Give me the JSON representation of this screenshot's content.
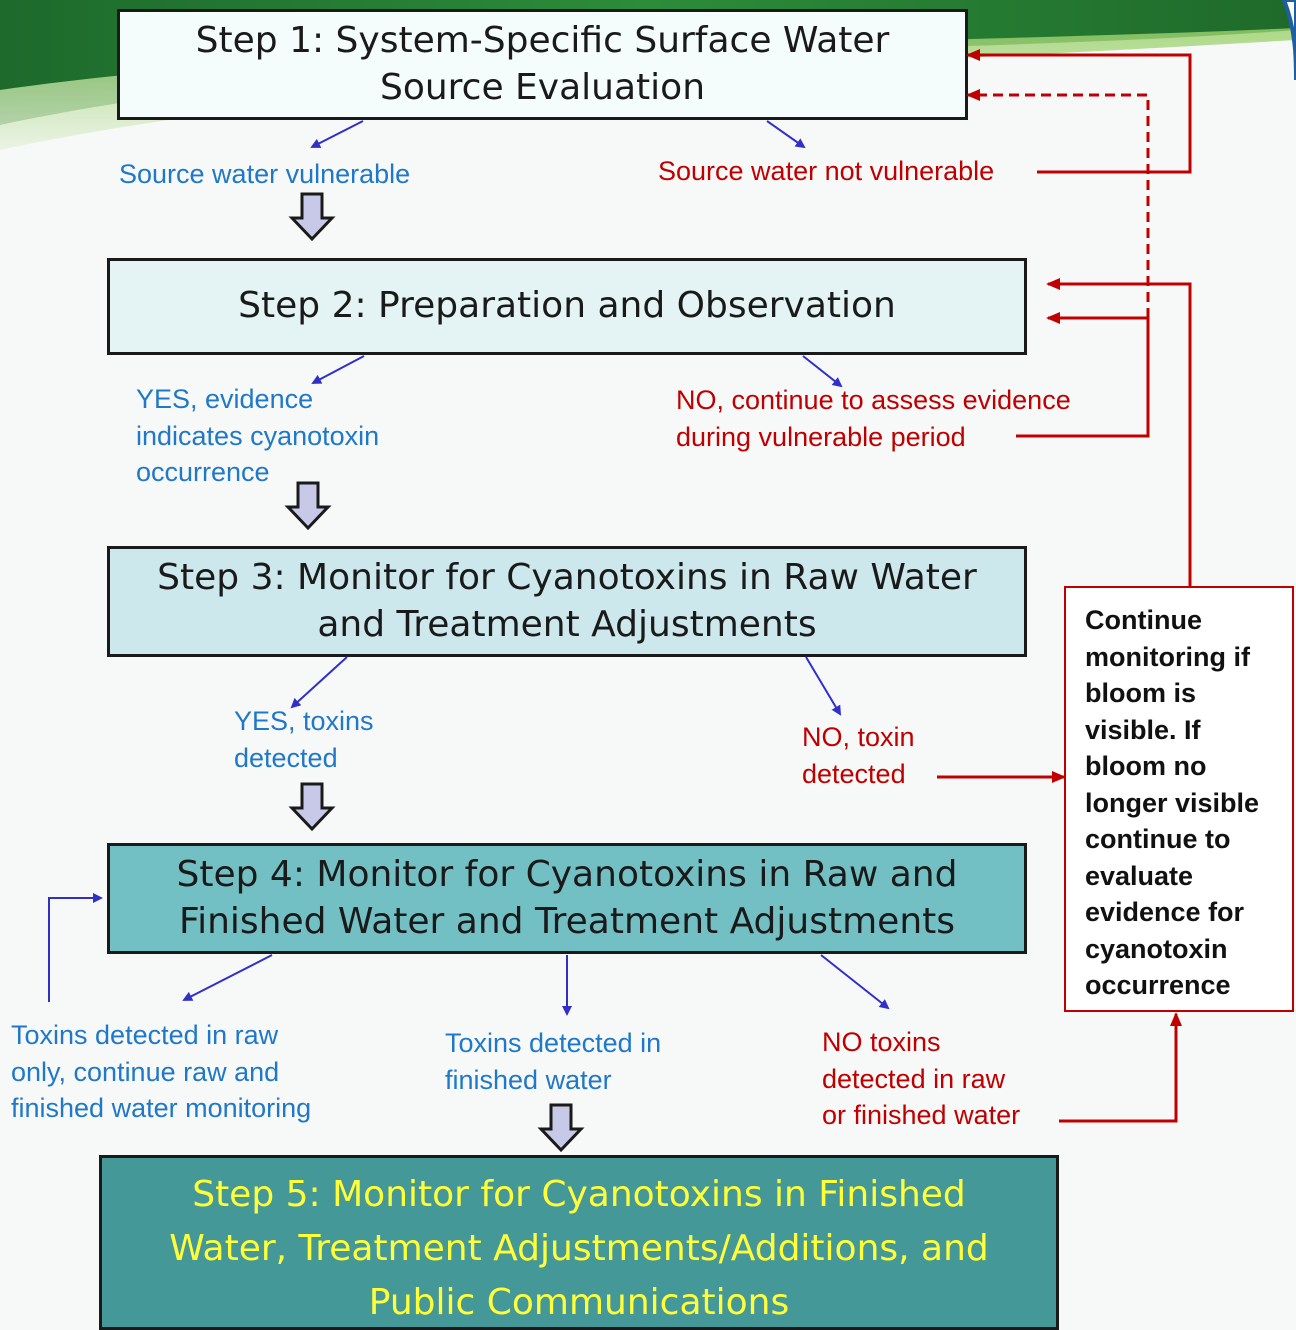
{
  "steps": {
    "step1": {
      "line1": "Step 1: System-Specific Surface Water",
      "line2": "Source Evaluation"
    },
    "step2": {
      "line1": "Step 2: Preparation and Observation"
    },
    "step3": {
      "line1": "Step 3: Monitor for Cyanotoxins in Raw Water",
      "line2": "and Treatment Adjustments"
    },
    "step4": {
      "line1": "Step 4: Monitor for Cyanotoxins in Raw and",
      "line2": "Finished Water and Treatment Adjustments"
    },
    "step5": {
      "line1": "Step 5: Monitor for Cyanotoxins in Finished",
      "line2": "Water, Treatment Adjustments/Additions, and",
      "line3": "Public Communications"
    }
  },
  "labels": {
    "source_vulnerable": "Source water vulnerable",
    "source_not_vulnerable": "Source water not vulnerable",
    "yes_evidence": [
      "YES, evidence",
      "indicates cyanotoxin",
      "occurrence"
    ],
    "no_continue": [
      "NO, continue to assess evidence",
      "during vulnerable period"
    ],
    "yes_toxins": [
      "YES, toxins",
      "detected"
    ],
    "no_toxin": [
      "NO, toxin",
      "detected"
    ],
    "raw_only": [
      "Toxins detected in raw",
      "only, continue raw and",
      "finished water monitoring"
    ],
    "finished_detected": [
      "Toxins detected in",
      "finished water"
    ],
    "no_toxins_raw_finished": [
      "NO toxins",
      "detected in raw",
      "or finished water"
    ]
  },
  "note": "Continue\nmonitoring if\nbloom is\nvisible. If\nbloom no\nlonger visible\ncontinue to\nevaluate\nevidence for\ncyanotoxin\noccurrence",
  "colors": {
    "yes_path": "#1f78c8",
    "no_path": "#c00000",
    "step1_fill": "#f4fcfc",
    "step2_fill": "#e4f4f4",
    "step3_fill": "#cde8ec",
    "step4_fill": "#72c0c4",
    "step5_fill": "#449898",
    "step5_text": "#ffff3a",
    "down_arrow_fill": "#c8c8e8"
  }
}
